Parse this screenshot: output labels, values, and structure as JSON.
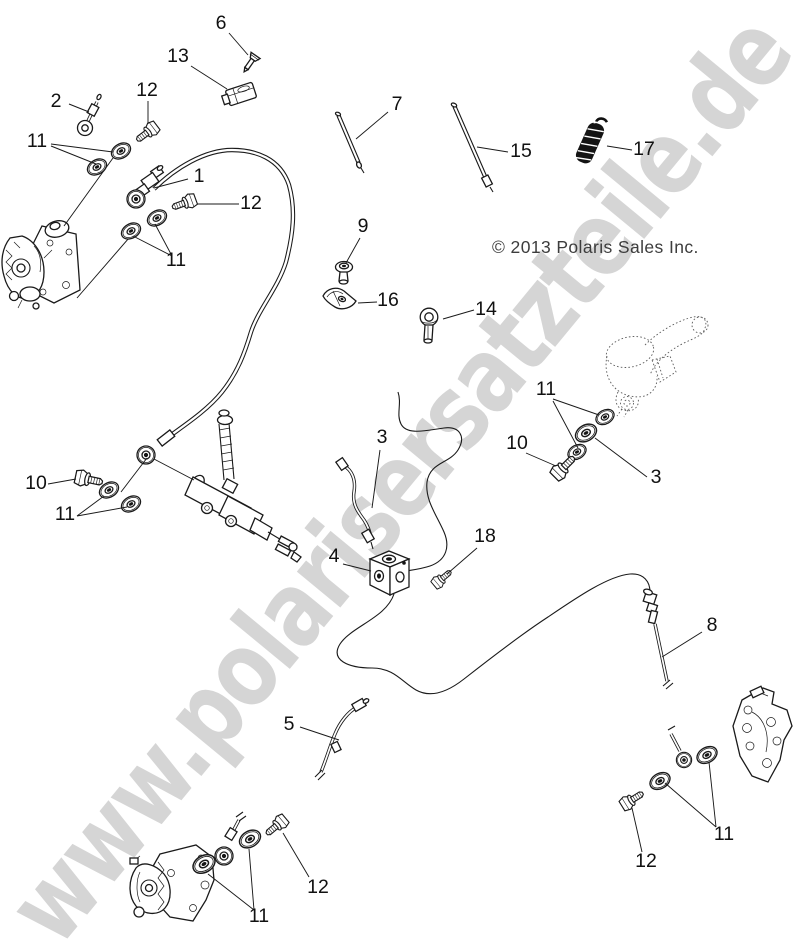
{
  "page": {
    "background": "#ffffff"
  },
  "watermark": {
    "text": "www.polarisersatzteile.de",
    "color": "#d5d5d5",
    "outline": "#ffffff"
  },
  "copyright": {
    "text": "© 2013 Polaris Sales Inc.",
    "color": "#3d3d3d"
  },
  "diagram": {
    "line_color": "#1a1a1a",
    "style": "exploded-parts-line-art"
  },
  "callouts": [
    {
      "n": "6"
    },
    {
      "n": "13"
    },
    {
      "n": "2"
    },
    {
      "n": "12"
    },
    {
      "n": "11"
    },
    {
      "n": "7"
    },
    {
      "n": "15"
    },
    {
      "n": "17"
    },
    {
      "n": "1"
    },
    {
      "n": "12"
    },
    {
      "n": "11"
    },
    {
      "n": "9"
    },
    {
      "n": "16"
    },
    {
      "n": "14"
    },
    {
      "n": "11"
    },
    {
      "n": "10"
    },
    {
      "n": "3"
    },
    {
      "n": "3"
    },
    {
      "n": "10"
    },
    {
      "n": "11"
    },
    {
      "n": "4"
    },
    {
      "n": "18"
    },
    {
      "n": "5"
    },
    {
      "n": "8"
    },
    {
      "n": "12"
    },
    {
      "n": "11"
    },
    {
      "n": "12"
    },
    {
      "n": "11"
    }
  ]
}
